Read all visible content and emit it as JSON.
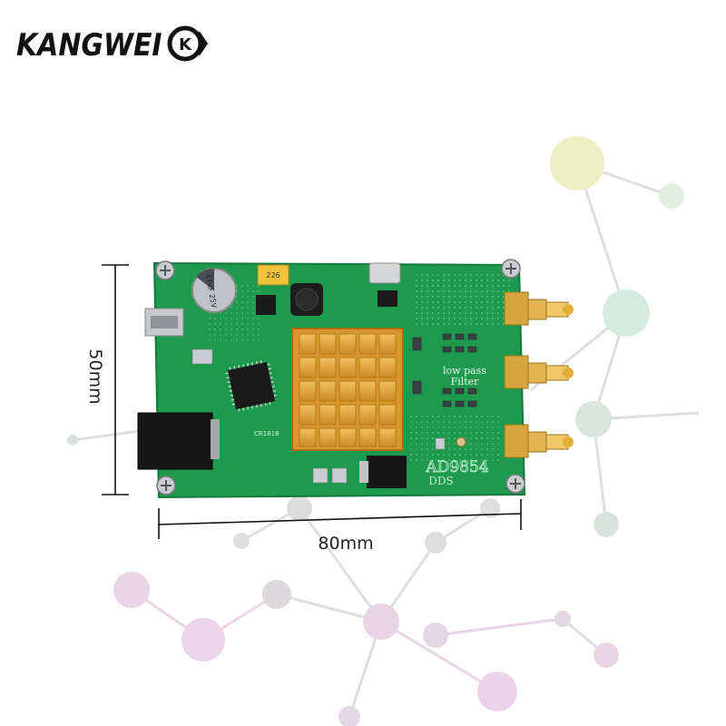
{
  "brand": {
    "name": "KANGWEI",
    "mark_text": "K",
    "color": "#121212"
  },
  "board": {
    "labels": {
      "cap": "47uF 25V",
      "tant": "226",
      "filter_line1": "low pass",
      "filter_line2": "Filter",
      "chip": "AD9854",
      "chip_sub": "DDS",
      "side": "CR1818"
    },
    "pcb_color": "#1f9a4e",
    "heatsink_color": "#e0a33a"
  },
  "dimensions": {
    "height_label": "50mm",
    "width_label": "80mm"
  },
  "background": {
    "node_colors": [
      "#e9e9bf",
      "#cfe7d9",
      "#e7cfe3",
      "#d7dcd9"
    ]
  }
}
